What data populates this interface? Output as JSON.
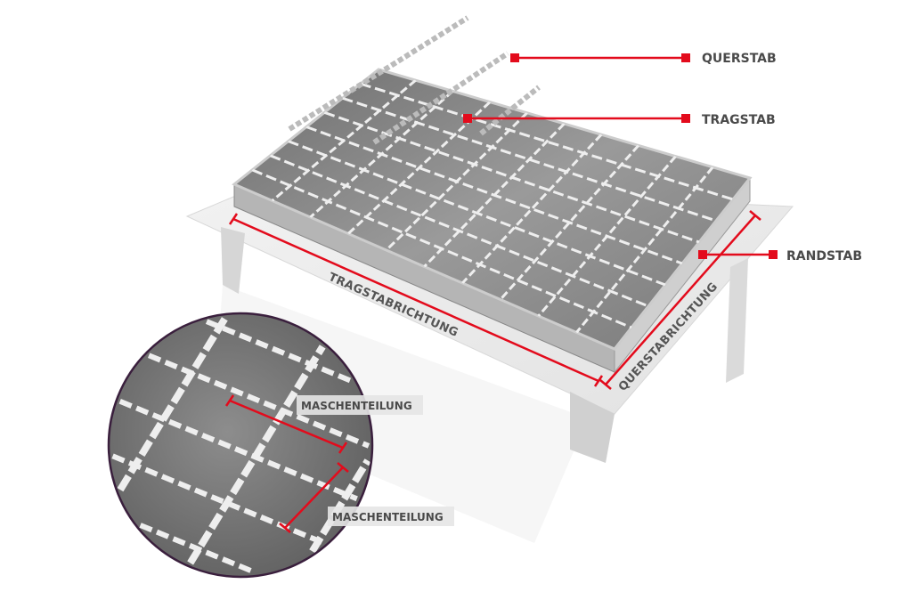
{
  "labels": {
    "querstab": "QUERSTAB",
    "tragstab": "TRAGSTAB",
    "randstab": "RANDSTAB",
    "tragstabrichtung": "TRAGSTABRICHTUNG",
    "querstabrichtung": "QUERSTABRICHTUNG",
    "maschenteilung_1": "MASCHENTEILUNG",
    "maschenteilung_2": "MASCHENTEILUNG"
  },
  "colors": {
    "accent": "#e30b1c",
    "label_text": "#4a4a4a",
    "inset_border": "#3a1f3d"
  }
}
